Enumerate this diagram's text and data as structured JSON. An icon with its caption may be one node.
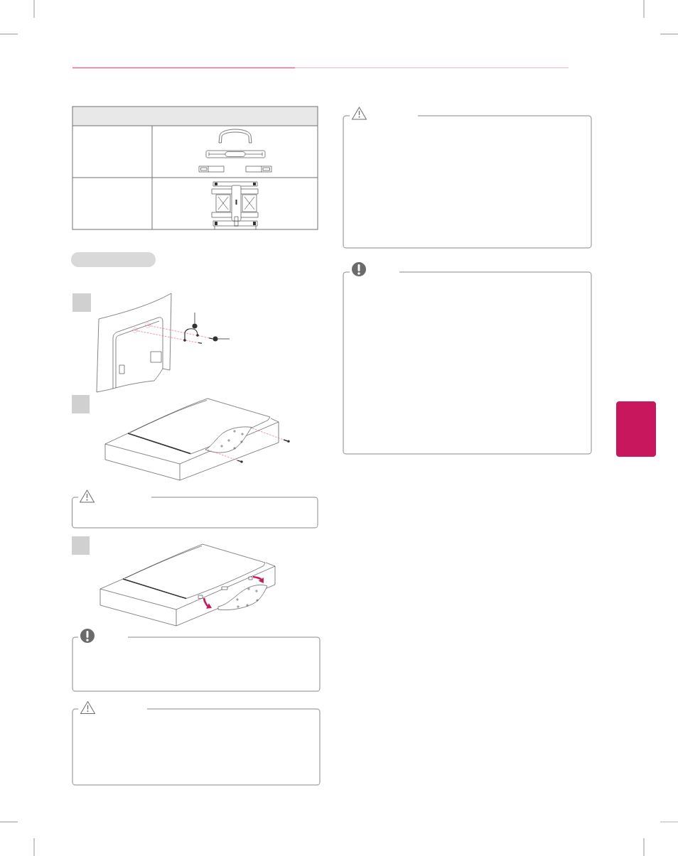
{
  "diagram": {
    "nodes": [
      {
        "text": [],
        "shape": "bar"
      },
      {
        "text": [],
        "shape": "box"
      },
      {
        "text": [],
        "shape": "picture"
      },
      {
        "text": [],
        "shape": "picture"
      },
      {
        "text": [],
        "shape": "box"
      },
      {
        "text": [],
        "shape": "box"
      },
      {
        "text": [],
        "shape": "box"
      },
      {
        "text": [],
        "shape": "box"
      },
      {
        "text": [],
        "shape": "box"
      },
      {
        "text": [],
        "shape": "box"
      },
      {
        "text": [],
        "shape": "box"
      },
      {
        "text": [],
        "shape": "box"
      }
    ],
    "edges": [
      {
        "from": null,
        "to": 2,
        "arrow": "none"
      },
      {
        "from": null,
        "to": 3,
        "arrow": "none"
      }
    ]
  }
}
